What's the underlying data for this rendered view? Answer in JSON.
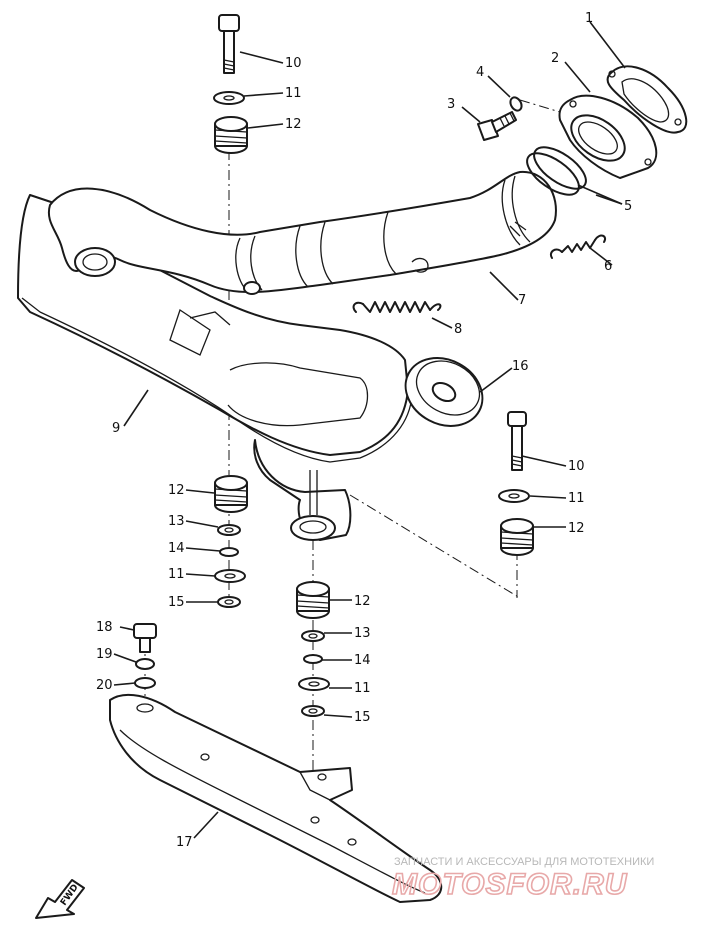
{
  "callouts": [
    {
      "id": "c1",
      "label": "1"
    },
    {
      "id": "c2",
      "label": "2"
    },
    {
      "id": "c3",
      "label": "3"
    },
    {
      "id": "c4",
      "label": "4"
    },
    {
      "id": "c5",
      "label": "5"
    },
    {
      "id": "c6",
      "label": "6"
    },
    {
      "id": "c7",
      "label": "7"
    },
    {
      "id": "c8",
      "label": "8"
    },
    {
      "id": "c9",
      "label": "9"
    },
    {
      "id": "c10a",
      "label": "10"
    },
    {
      "id": "c11a",
      "label": "11"
    },
    {
      "id": "c12a",
      "label": "12"
    },
    {
      "id": "c16",
      "label": "16"
    },
    {
      "id": "c10b",
      "label": "10"
    },
    {
      "id": "c11b",
      "label": "11"
    },
    {
      "id": "c12b",
      "label": "12"
    },
    {
      "id": "c12c",
      "label": "12"
    },
    {
      "id": "c13a",
      "label": "13"
    },
    {
      "id": "c14a",
      "label": "14"
    },
    {
      "id": "c11c",
      "label": "11"
    },
    {
      "id": "c15a",
      "label": "15"
    },
    {
      "id": "c12d",
      "label": "12"
    },
    {
      "id": "c13b",
      "label": "13"
    },
    {
      "id": "c14b",
      "label": "14"
    },
    {
      "id": "c11d",
      "label": "11"
    },
    {
      "id": "c15b",
      "label": "15"
    },
    {
      "id": "c18",
      "label": "18"
    },
    {
      "id": "c19",
      "label": "19"
    },
    {
      "id": "c20",
      "label": "20"
    },
    {
      "id": "c17",
      "label": "17"
    }
  ],
  "direction_label": "FWD",
  "watermark": {
    "caption": "ЗАПЧАСТИ И АКСЕССУАРЫ ДЛЯ МОТОТЕХНИКИ",
    "brand": "MOTOSFOR.RU"
  }
}
